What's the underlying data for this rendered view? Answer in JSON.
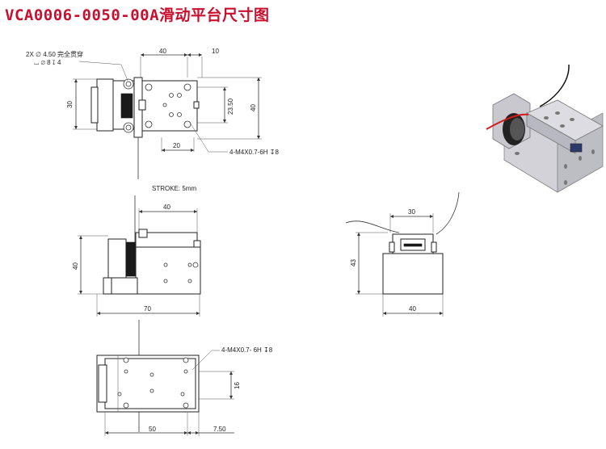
{
  "title": "VCA0006-0050-00A滑动平台尺寸图",
  "top_view": {
    "hole_note_line1": "2X ∅ 4.50 完全贯穿",
    "hole_note_line2": "⌴ ∅ 8 ↧ 4",
    "dim_width": "40",
    "dim_offset": "10",
    "dim_height_left": "30",
    "dim_height_right": "40",
    "dim_hole_spacing": "23.50",
    "dim_bottom": "20",
    "thread_note": "4-M4X0.7-6H ↧8"
  },
  "side_view": {
    "stroke_label": "STROKE: 5mm",
    "dim_top": "40",
    "dim_height": "40",
    "dim_length": "70"
  },
  "front_view": {
    "dim_top": "30",
    "dim_height": "43",
    "dim_width": "40"
  },
  "bottom_view": {
    "thread_note": "4-M4X0.7- 6H ↧8",
    "dim_right": "16",
    "dim_bottom": "50",
    "dim_offset": "7.50"
  }
}
